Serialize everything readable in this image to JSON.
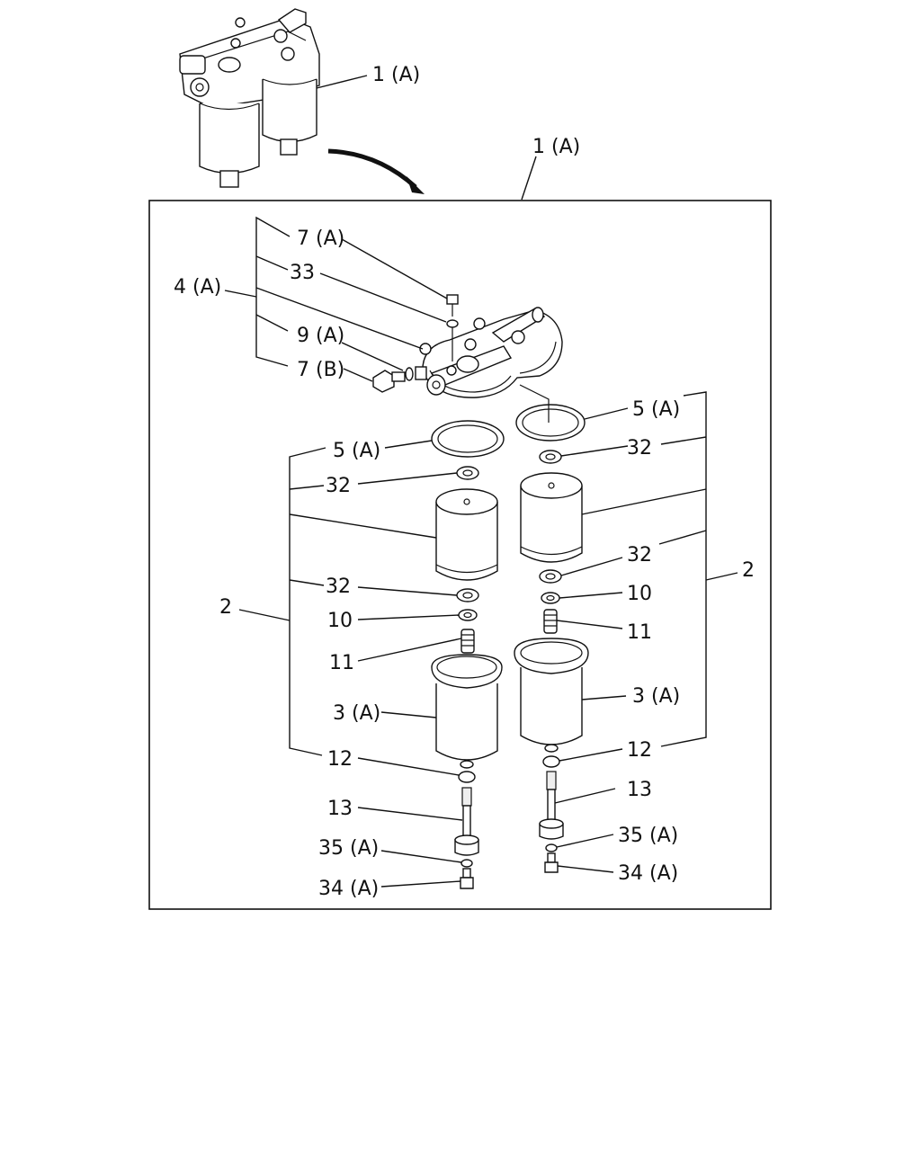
{
  "labels": {
    "l1a_top": "1 (A)",
    "l1a_box": "1 (A)",
    "l7a": "7 (A)",
    "l33": "33",
    "l4a": "4 (A)",
    "l9a": "9 (A)",
    "l7b": "7 (B)",
    "l5a_left": "5 (A)",
    "l32_left_top": "32",
    "l32_left_bot": "32",
    "l10_left": "10",
    "l11_left": "11",
    "l3a_left": "3 (A)",
    "l12_left": "12",
    "l13_left": "13",
    "l35a_left": "35 (A)",
    "l34a_left": "34 (A)",
    "l2_left": "2",
    "l5a_right": "5 (A)",
    "l32_right_top": "32",
    "l32_right_bot": "32",
    "l10_right": "10",
    "l11_right": "11",
    "l3a_right": "3 (A)",
    "l12_right": "12",
    "l13_right": "13",
    "l35a_right": "35 (A)",
    "l34a_right": "34 (A)",
    "l2_right": "2"
  }
}
